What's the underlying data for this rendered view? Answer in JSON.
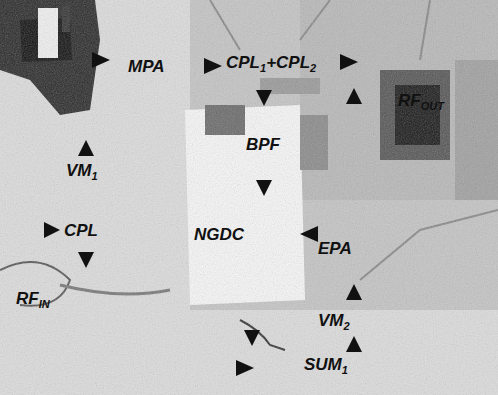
{
  "diagram": {
    "labels": [
      "MPA",
      "CPL1+CPL2",
      "BPF",
      "RFOUT",
      "VM1",
      "CPL",
      "NGDC",
      "EPA",
      "RFIN",
      "VM2",
      "SUM1"
    ]
  }
}
